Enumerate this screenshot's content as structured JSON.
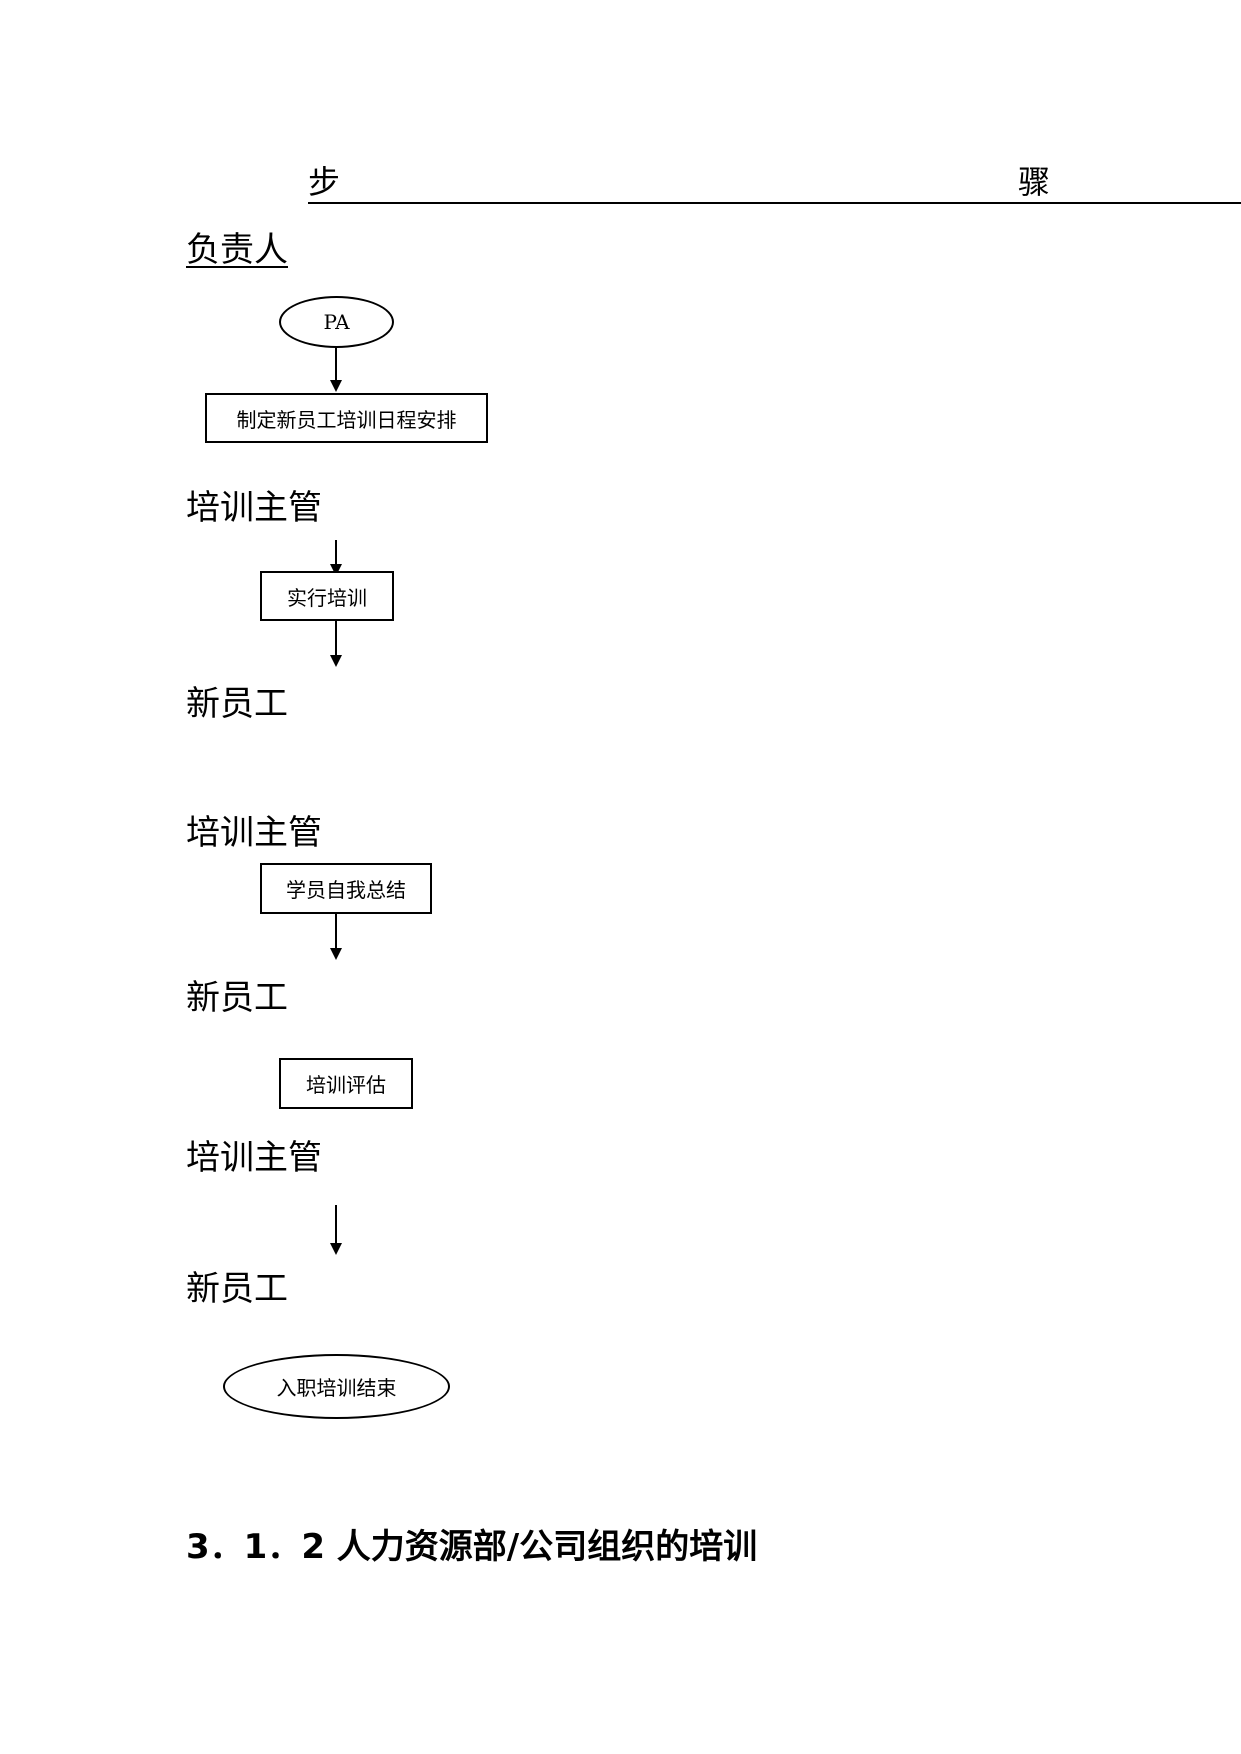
{
  "header": {
    "step_char_1": "步",
    "step_char_2": "骤"
  },
  "responsible_label": "负责人",
  "roles": {
    "role_1": "培训主管",
    "role_2": "新员工",
    "role_3": "培训主管",
    "role_4": "新员工",
    "role_5": "培训主管",
    "role_6": "新员工"
  },
  "flowchart": {
    "start": "PA",
    "step_1": "制定新员工培训日程安排",
    "step_2": "实行培训",
    "step_3": "学员自我总结",
    "step_4": "培训评估",
    "end": "入职培训结束"
  },
  "section_heading": "3．1．2 人力资源部/公司组织的培训"
}
